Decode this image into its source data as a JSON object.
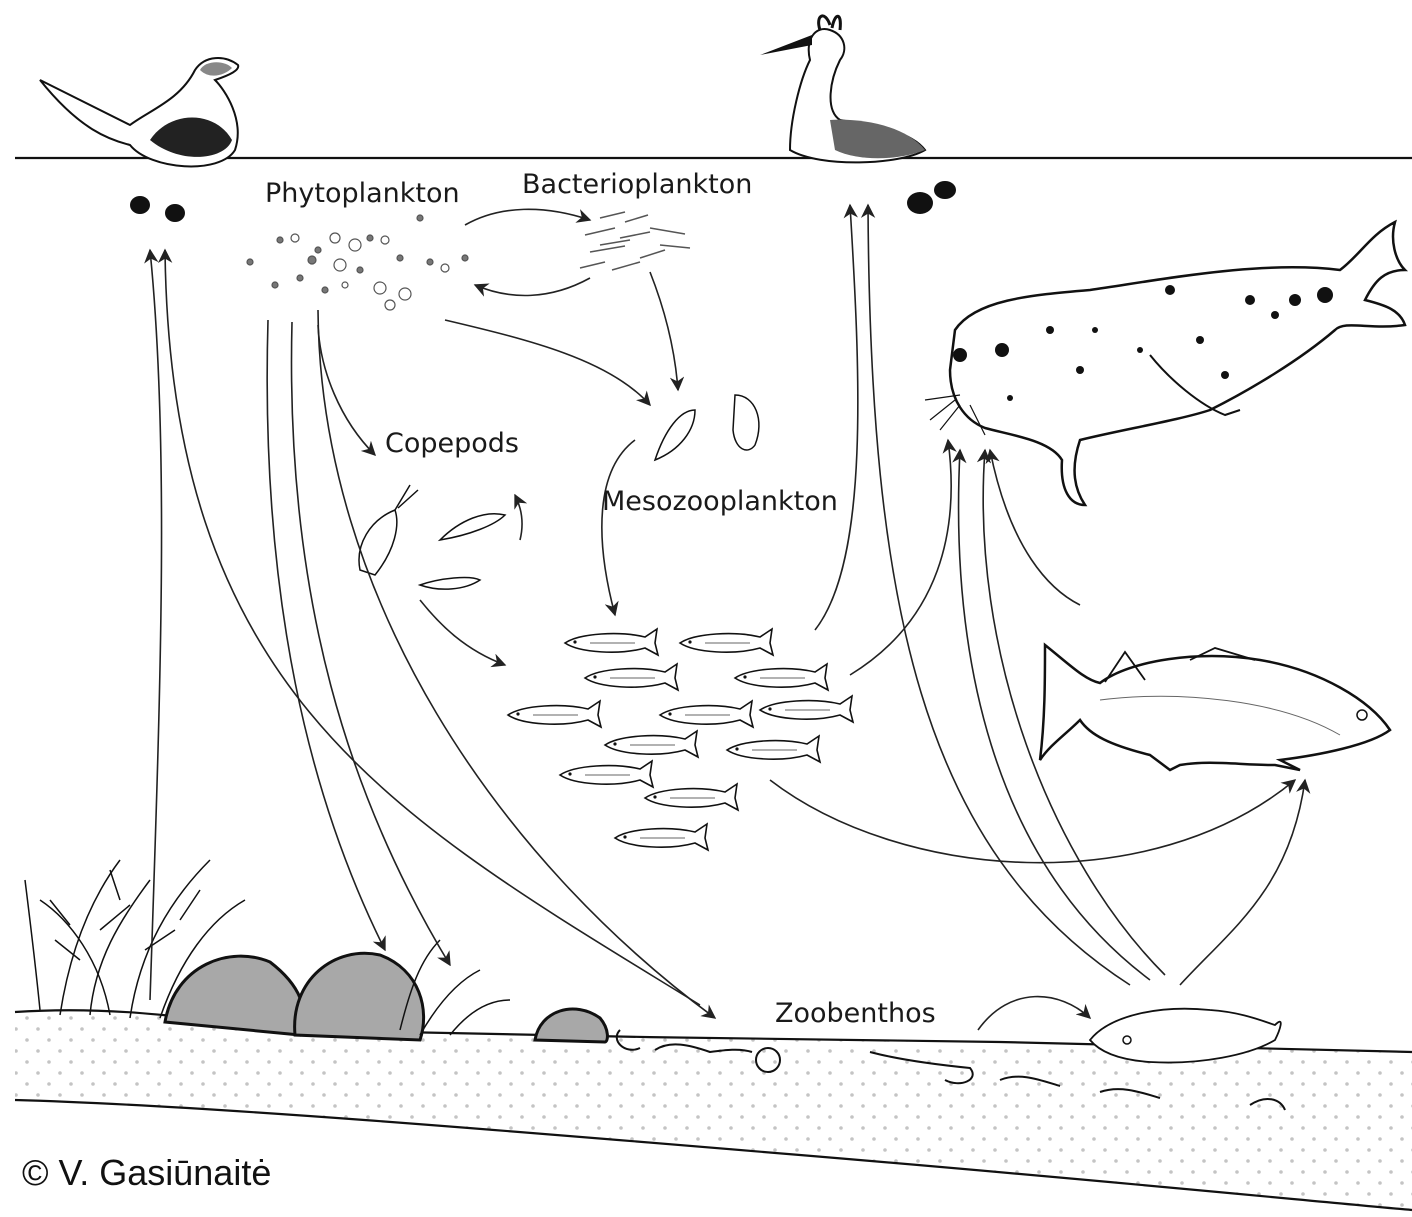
{
  "labels": {
    "phytoplankton": "Phytoplankton",
    "bacterioplankton": "Bacterioplankton",
    "copepods": "Copepods",
    "mesozooplankton": "Mesozooplankton",
    "zoobenthos": "Zoobenthos"
  },
  "copyright": "© V. Gasiūnaitė",
  "colors": {
    "ink": "#111111",
    "rock": "#a8a8a8",
    "sediment_dot": "#c4c4c4",
    "background": "#ffffff"
  }
}
